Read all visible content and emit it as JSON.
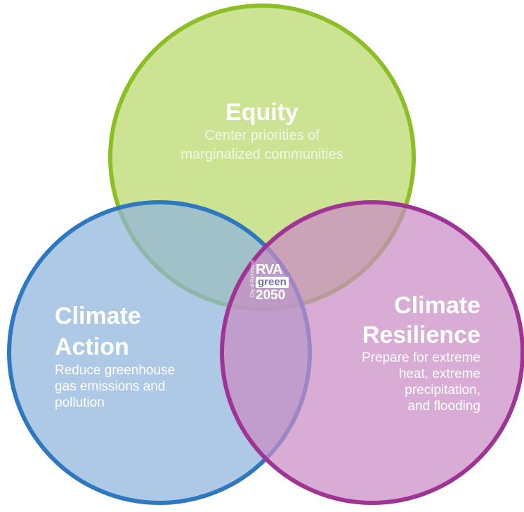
{
  "colors": {
    "equity_fill": "#b9d86a",
    "equity_stroke": "#8cbf26",
    "action_fill": "#8fb4dd",
    "action_stroke": "#2e78c0",
    "resilience_fill": "#c98cc4",
    "resilience_stroke": "#a03495"
  },
  "equity": {
    "title": "Equity",
    "desc_line1": "Center priorities  of",
    "desc_line2": "marginalized  communities"
  },
  "climate_action": {
    "title_line1": "Climate",
    "title_line2": "Action",
    "desc_line1": "Reduce greenhouse",
    "desc_line2": "gas emissions and",
    "desc_line3": "pollution"
  },
  "climate_resilience": {
    "title_line1": "Climate",
    "title_line2": "Resilience",
    "desc_line1": "Prepare for extreme",
    "desc_line2": "heat, extreme",
    "desc_line3": "precipitation,",
    "desc_line4": "and flooding"
  },
  "logo": {
    "side_text": "City of Richmond",
    "brand": "RVA",
    "word": "green",
    "year": "2050"
  }
}
